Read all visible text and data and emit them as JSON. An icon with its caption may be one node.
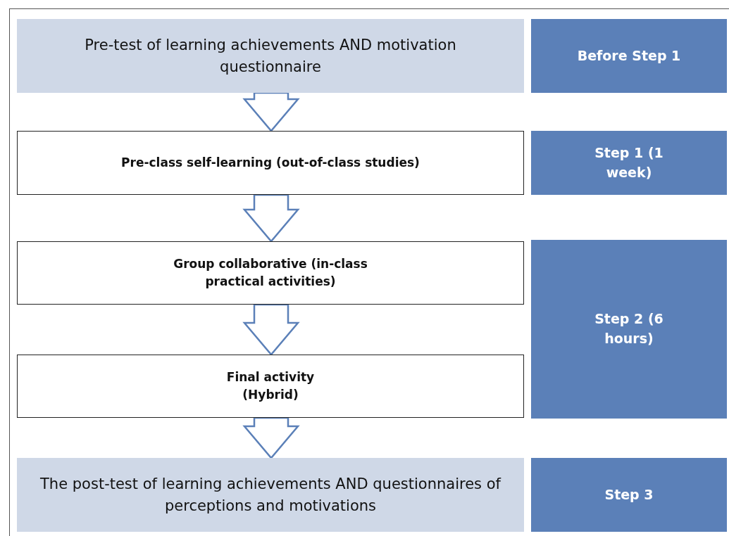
{
  "diagram": {
    "nodes": [
      {
        "text": [
          "Pre-test of learning achievements AND motivation questionnaire"
        ]
      },
      {
        "text": [
          "Before Step 1"
        ]
      },
      {
        "text": [
          "Pre-class self-learning (out-of-class studies)"
        ]
      },
      {
        "text": [
          "Step 1 (1 week)"
        ]
      },
      {
        "text": [
          "Group collaborative (in-class practical activities)"
        ]
      },
      {
        "text": [
          "Final activity (Hybrid)"
        ]
      },
      {
        "text": [
          "Step 2 (6 hours)"
        ]
      },
      {
        "text": [
          "The post-test of learning achievements AND questionnaires of perceptions and motivations"
        ]
      },
      {
        "text": [
          "Step 3"
        ]
      }
    ],
    "edges": [
      {
        "from": 0,
        "to": 2,
        "arrow": "to"
      },
      {
        "from": 2,
        "to": 4,
        "arrow": "to"
      },
      {
        "from": 4,
        "to": 5,
        "arrow": "to"
      },
      {
        "from": 5,
        "to": 7,
        "arrow": "to"
      }
    ]
  }
}
